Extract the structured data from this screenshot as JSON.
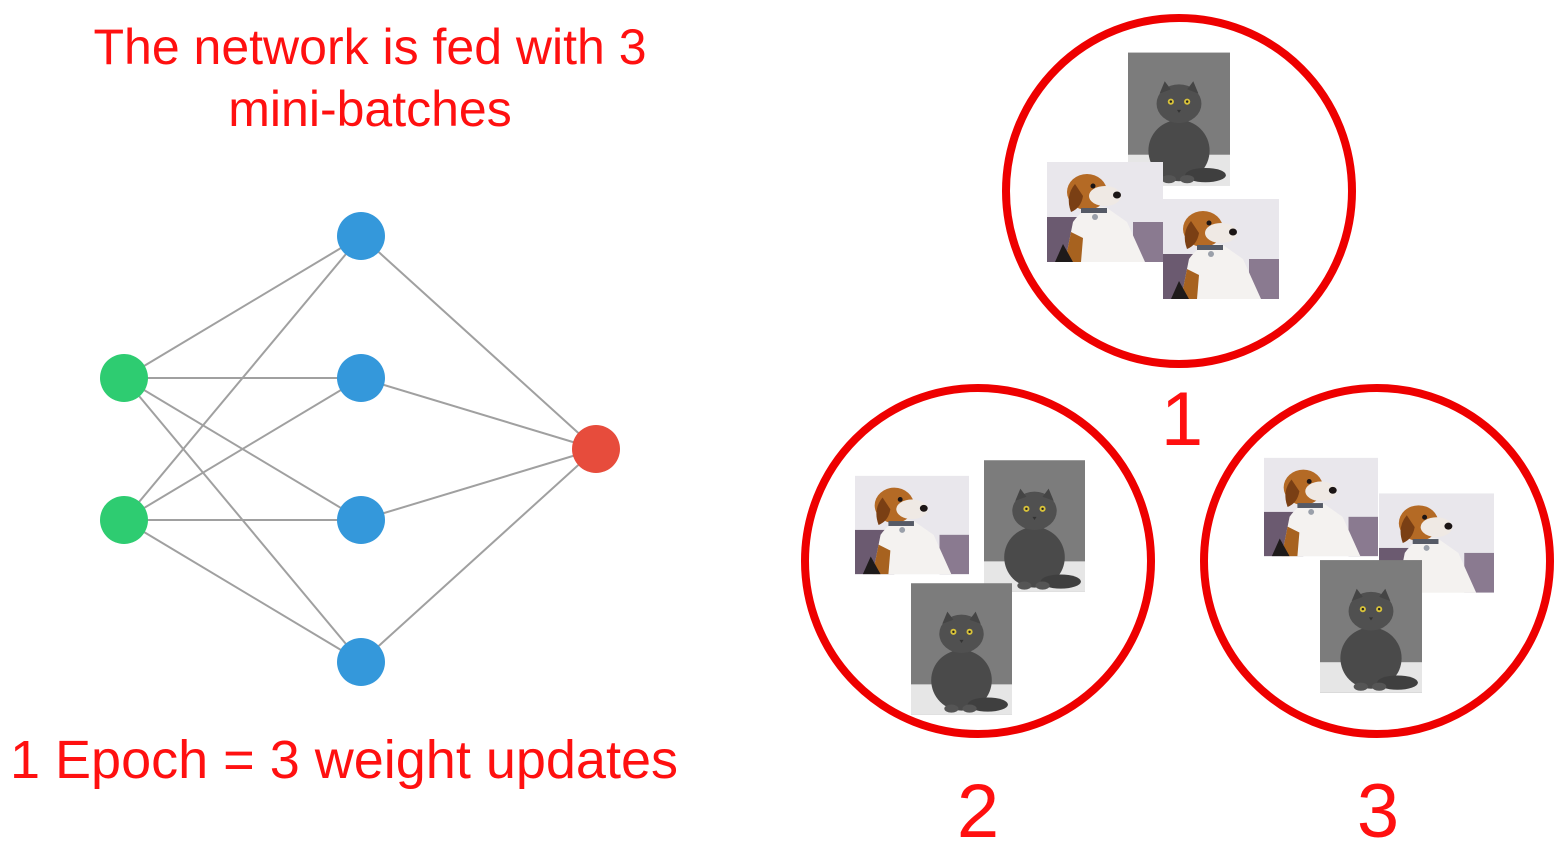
{
  "diagram": {
    "title_lines": [
      "The network is fed with 3",
      "mini-batches"
    ],
    "epoch_text": "1 Epoch = 3 weight updates",
    "batch_labels": [
      "1",
      "2",
      "3"
    ],
    "colors": {
      "text": "#ff1010",
      "circle_stroke": "#ee0000",
      "input_node": "#2ecc71",
      "hidden_node": "#3498db",
      "output_node": "#e74c3c",
      "edge": "#999999"
    },
    "network": {
      "input_nodes": 2,
      "hidden_nodes": 4,
      "output_nodes": 1
    },
    "mini_batches": [
      {
        "label": "1",
        "images": [
          "cat",
          "dog",
          "dog"
        ]
      },
      {
        "label": "2",
        "images": [
          "dog",
          "cat",
          "cat"
        ]
      },
      {
        "label": "3",
        "images": [
          "dog",
          "dog",
          "cat"
        ]
      }
    ]
  }
}
